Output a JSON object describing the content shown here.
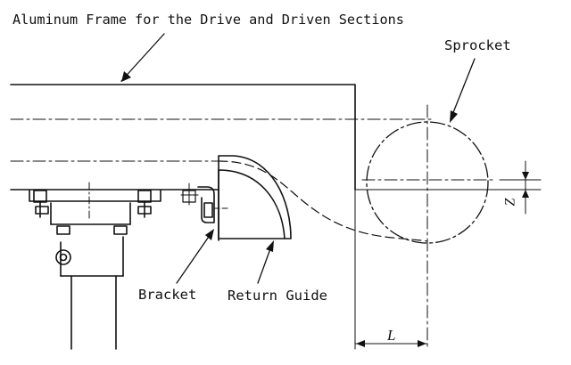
{
  "labels": {
    "frame": "Aluminum Frame for the Drive and Driven Sections",
    "sprocket": "Sprocket",
    "bracket": "Bracket",
    "return_guide": "Return Guide"
  },
  "dimensions": {
    "length": "L",
    "height": "Z"
  },
  "colors": {
    "line": "#111111",
    "background": "#ffffff"
  }
}
